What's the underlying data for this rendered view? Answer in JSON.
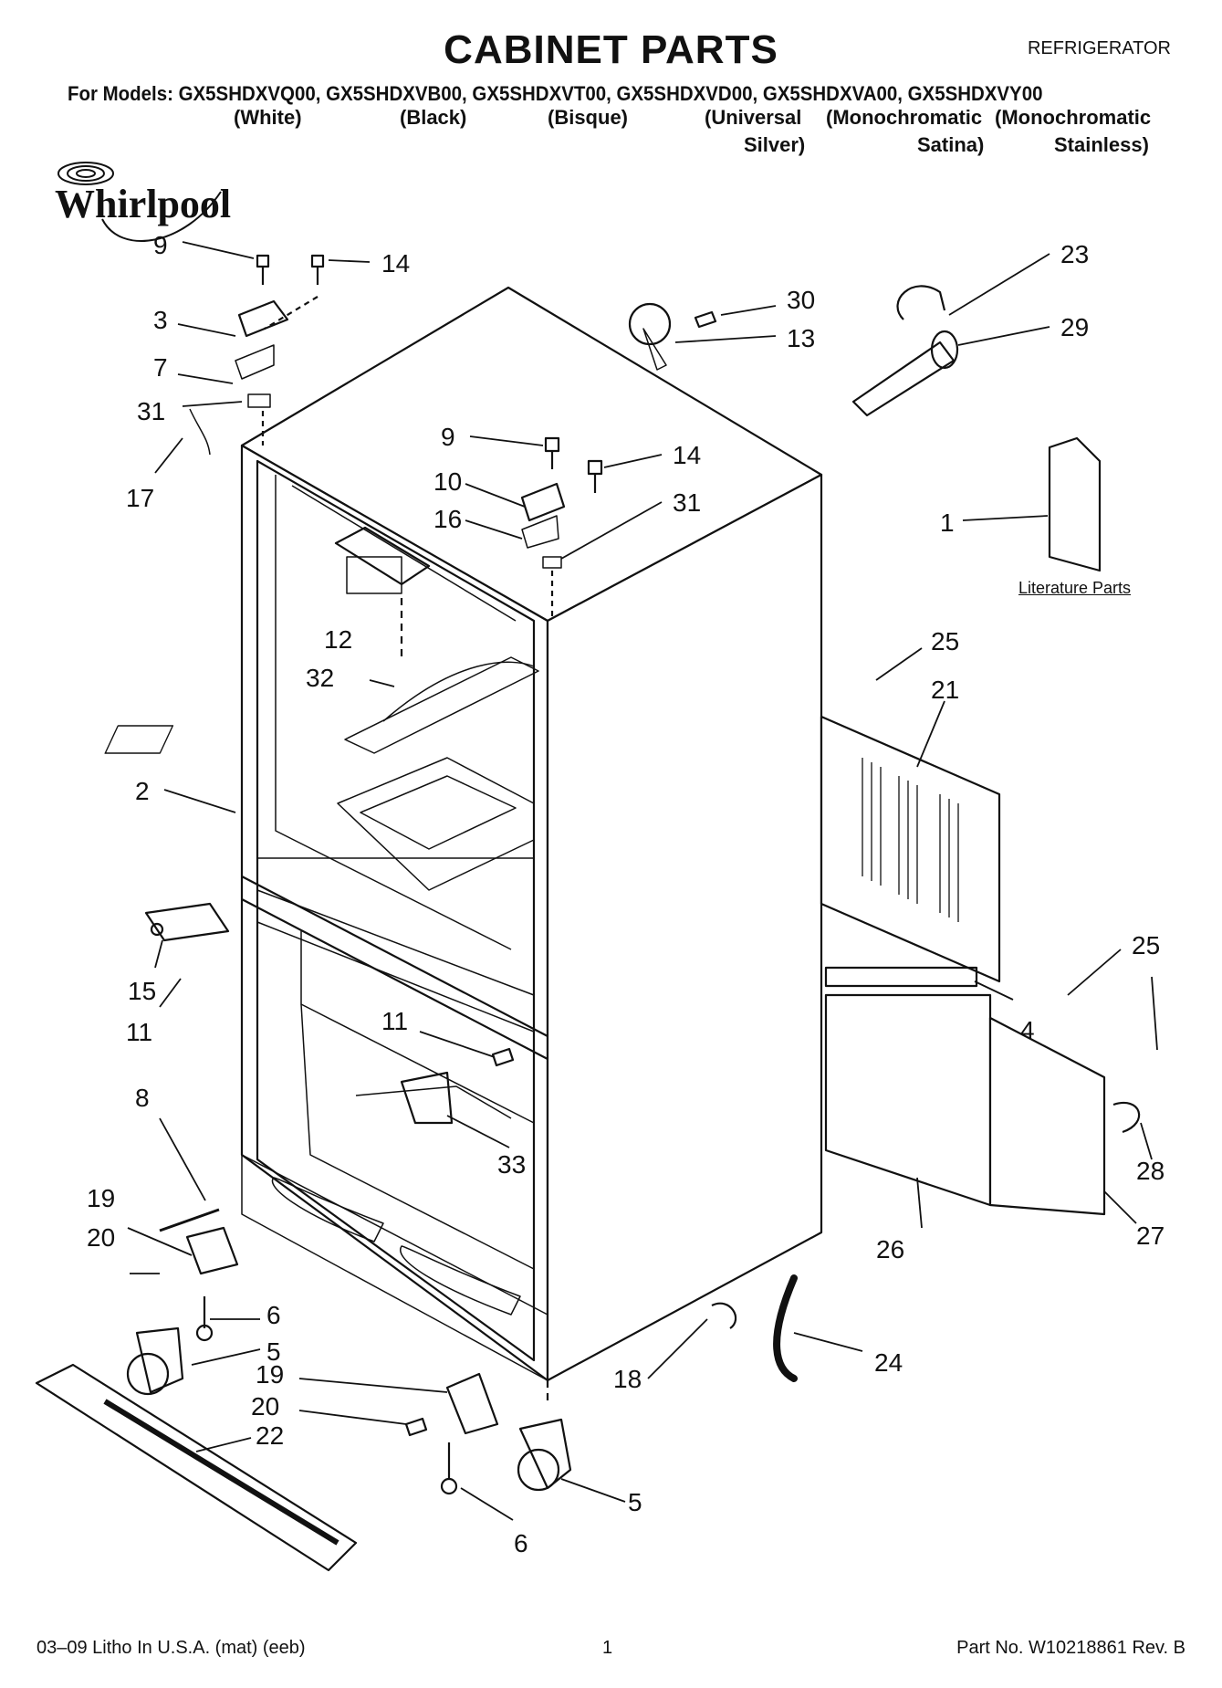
{
  "header": {
    "title": "CABINET PARTS",
    "category": "REFRIGERATOR",
    "models_line": "For Models: GX5SHDXVQ00, GX5SHDXVB00, GX5SHDXVT00, GX5SHDXVD00, GX5SHDXVA00, GX5SHDXVY00",
    "colors": [
      "(White)",
      "(Black)",
      "(Bisque)",
      "(Universal",
      "(Monochromatic",
      "(Monochromatic"
    ],
    "colors_line2": [
      "Silver)",
      "Satina)",
      "Stainless)"
    ]
  },
  "brand": {
    "name": "Whirlpool"
  },
  "literature_label": "Literature Parts",
  "callouts": [
    "9",
    "14",
    "3",
    "7",
    "31",
    "17",
    "30",
    "13",
    "23",
    "29",
    "9",
    "14",
    "10",
    "31",
    "16",
    "1",
    "12",
    "32",
    "25",
    "21",
    "2",
    "15",
    "11",
    "11",
    "25",
    "4",
    "8",
    "33",
    "28",
    "19",
    "20",
    "26",
    "27",
    "6",
    "5",
    "18",
    "24",
    "19",
    "20",
    "22",
    "5",
    "6"
  ],
  "footer": {
    "left": "03–09 Litho In U.S.A. (mat) (eeb)",
    "page": "1",
    "right": "Part No. W10218861 Rev. B"
  }
}
